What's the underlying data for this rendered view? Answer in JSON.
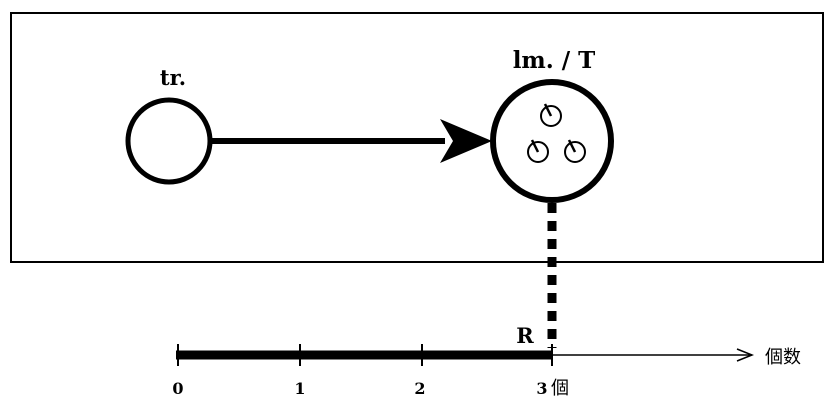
{
  "diagram": {
    "source_label": "tr.",
    "target_label": "lm. / T",
    "target_contents_count": 3
  },
  "number_line": {
    "marker_label": "R",
    "ticks": [
      "0",
      "1",
      "2",
      "3"
    ],
    "end_unit": "個",
    "axis_unit": "個数",
    "value": 3
  }
}
